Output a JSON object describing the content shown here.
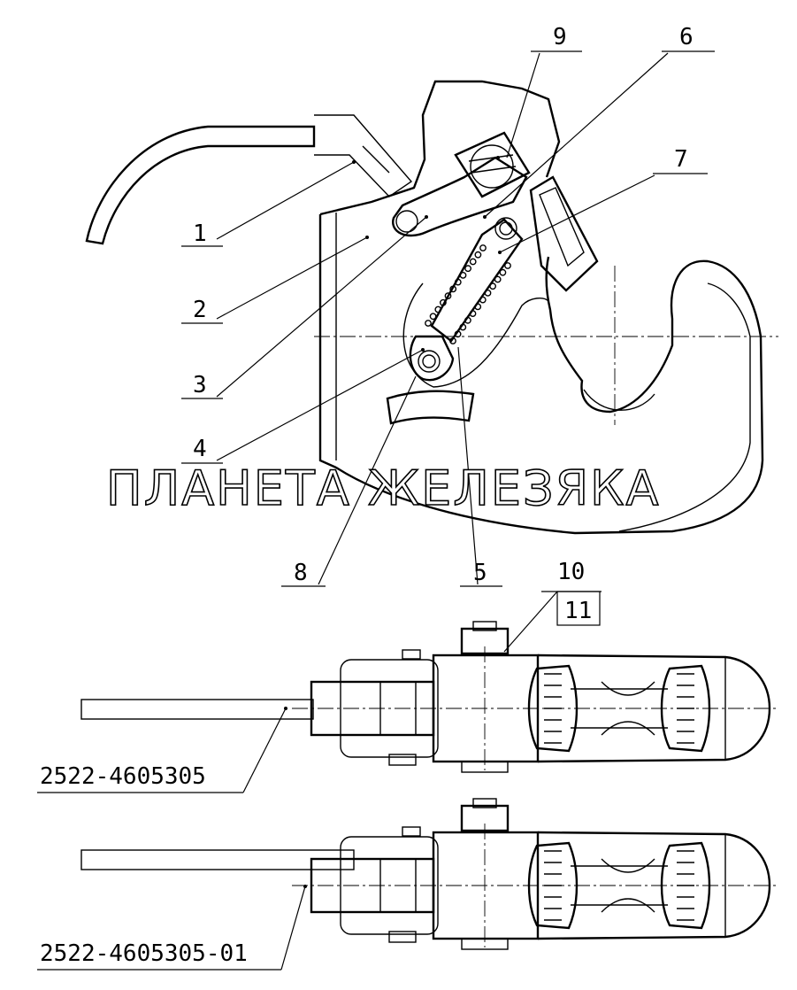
{
  "callouts": [
    "1",
    "2",
    "3",
    "4",
    "5",
    "6",
    "7",
    "8",
    "9",
    "10",
    "11"
  ],
  "part_numbers": [
    "2522-4605305",
    "2522-4605305-01"
  ],
  "watermark": "ПЛАНЕТА ЖЕЛЕЗЯКА"
}
